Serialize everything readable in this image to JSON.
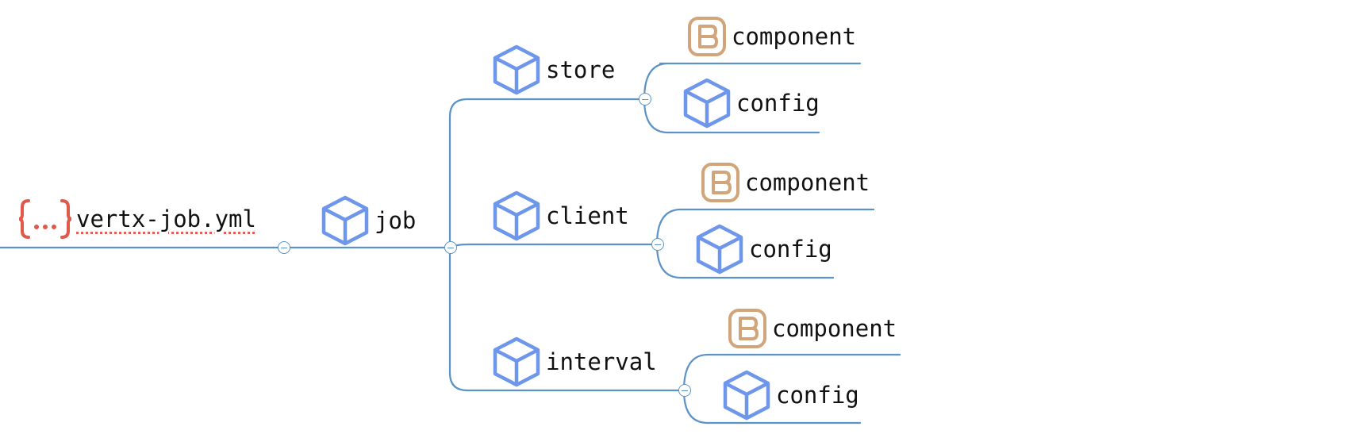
{
  "colors": {
    "line": "#5b93c7",
    "cube": "#6e97ec",
    "component_icon": "#d1a47a",
    "json_icon": "#e05a4a",
    "text": "#111111"
  },
  "root": {
    "label": "vertx-job.yml",
    "icon": "json-file-icon"
  },
  "job": {
    "label": "job",
    "icon": "cube-icon"
  },
  "branches": [
    {
      "label": "store",
      "icon": "cube-icon",
      "children": [
        {
          "label": "component",
          "icon": "component-icon"
        },
        {
          "label": "config",
          "icon": "cube-icon"
        }
      ]
    },
    {
      "label": "client",
      "icon": "cube-icon",
      "children": [
        {
          "label": "component",
          "icon": "component-icon"
        },
        {
          "label": "config",
          "icon": "cube-icon"
        }
      ]
    },
    {
      "label": "interval",
      "icon": "cube-icon",
      "children": [
        {
          "label": "component",
          "icon": "component-icon"
        },
        {
          "label": "config",
          "icon": "cube-icon"
        }
      ]
    }
  ]
}
